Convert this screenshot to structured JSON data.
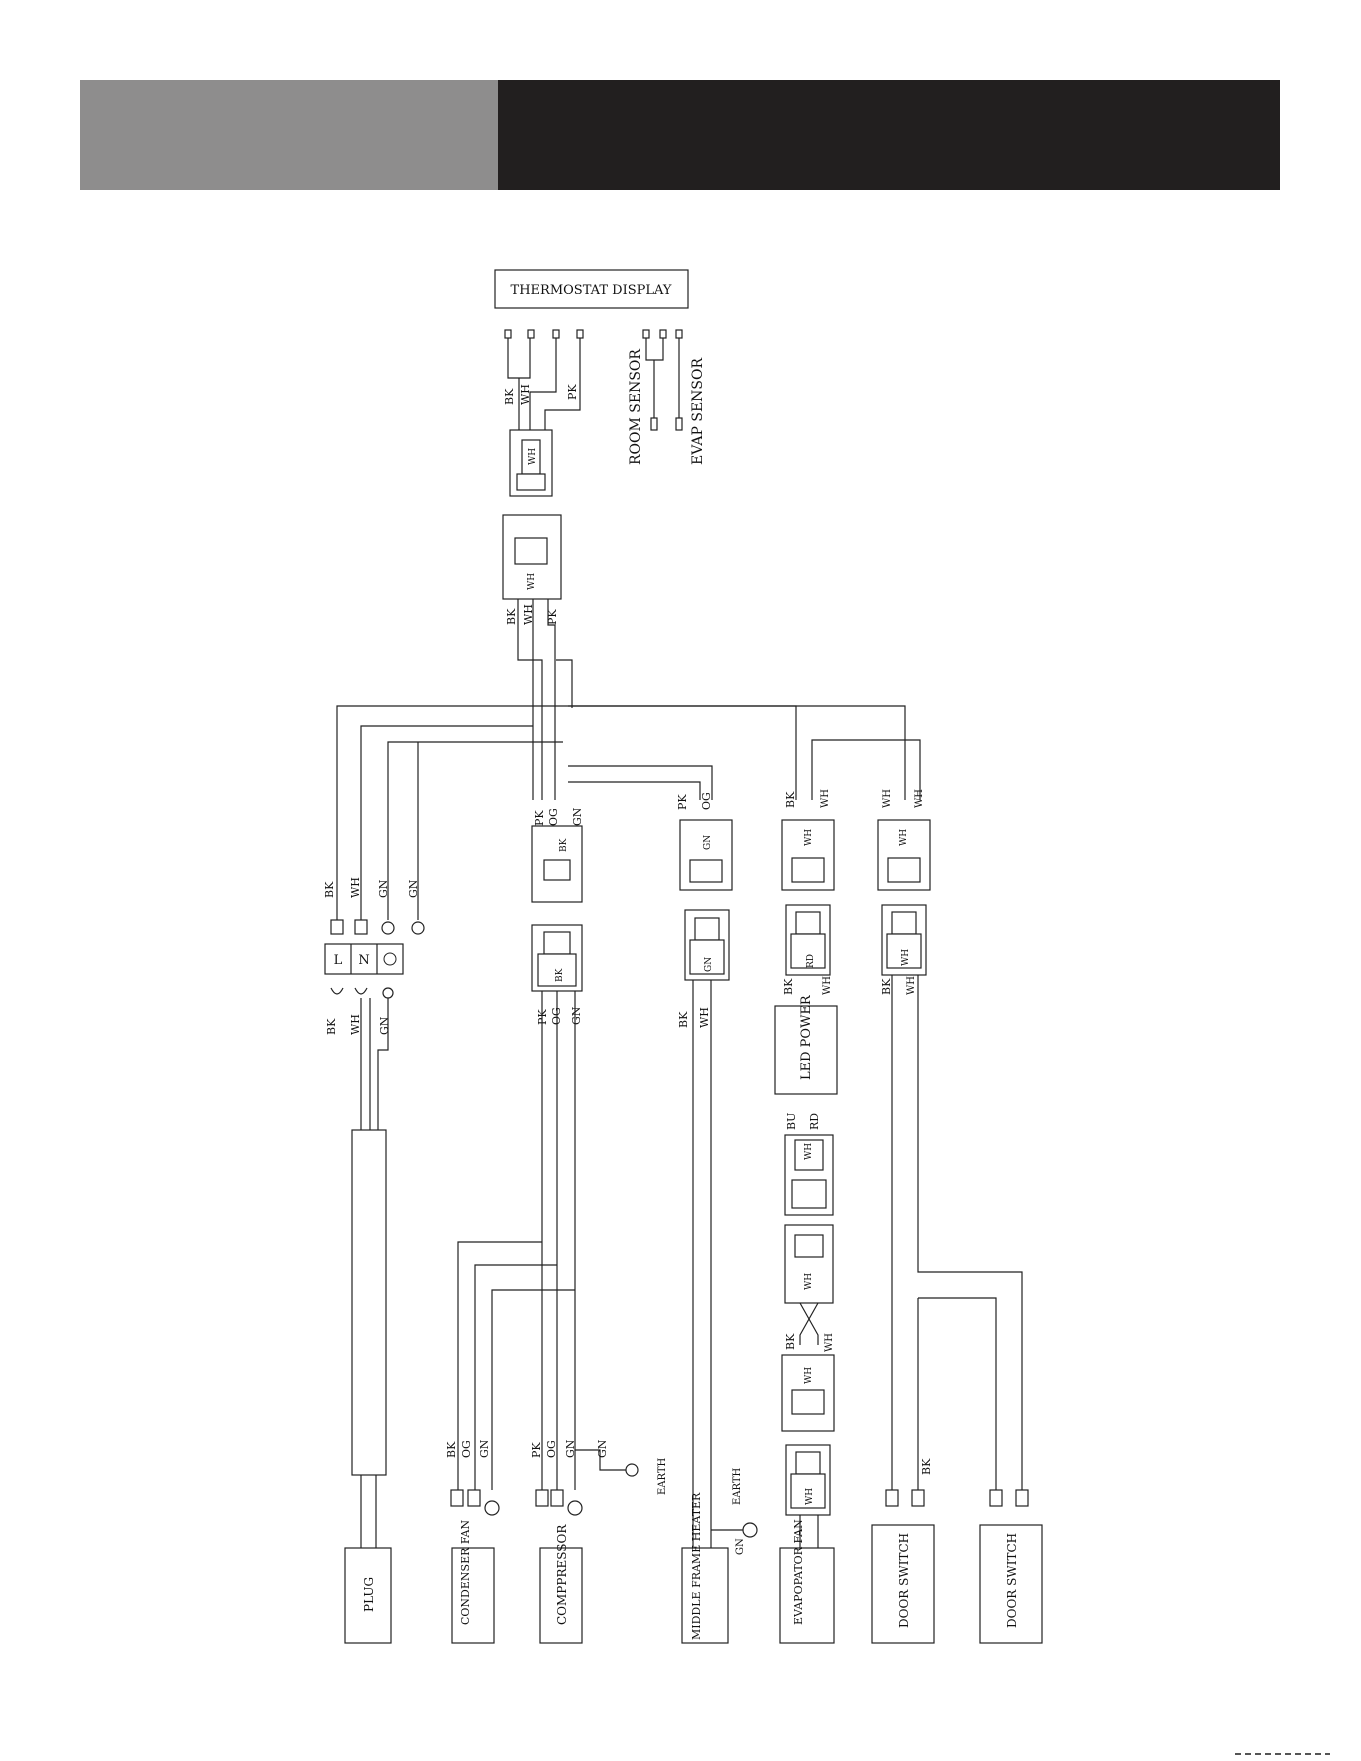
{
  "header": {
    "left_color": "#8e8d8d",
    "right_color": "#221f1f"
  },
  "top_box": {
    "label": "THERMOSTAT DISPLAY"
  },
  "sensors": {
    "room": "ROOM SENSOR",
    "evap": "EVAP SENSOR"
  },
  "components": {
    "plug": "PLUG",
    "condenser_fan": "CONDENSER FAN",
    "compressor": "COMPPRESSOR",
    "middle_frame_heater": "MIDDLE FRAME HEATER",
    "evaporator_fan": "EVAPOPATOR FAN",
    "door_switch_1": "DOOR SWITCH",
    "door_switch_2": "DOOR SWITCH",
    "led_power": "LED POWER"
  },
  "terminal": {
    "L": "L",
    "N": "N"
  },
  "earth_label": "EARTH",
  "wire_colors": {
    "bk": "BK",
    "wh": "WH",
    "pk": "PK",
    "og": "OG",
    "gn": "GN",
    "rd": "RD",
    "bu": "BU"
  }
}
